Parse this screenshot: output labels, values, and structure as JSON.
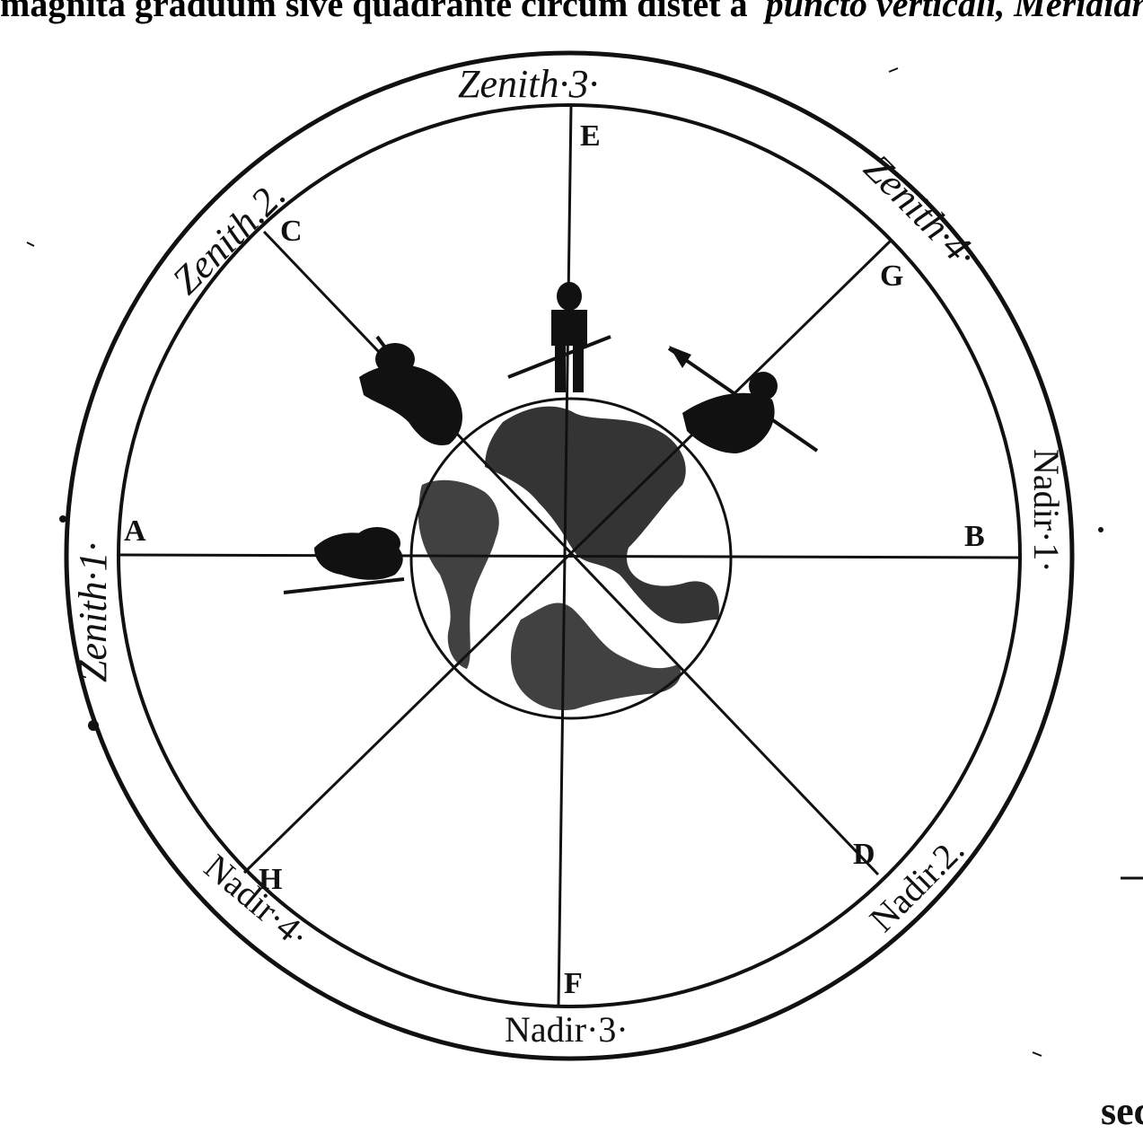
{
  "header": {
    "text_regular": "magnita graduum sive quadrante circum distet a",
    "text_italic": "puncto verticali, Meridian"
  },
  "footer": {
    "fragment": "sec"
  },
  "diagram": {
    "zenith_labels": {
      "z1": "Zenith·1·",
      "z2": "Zenith.2.",
      "z3": "Zenith·3·",
      "z4": "Zenith·4·"
    },
    "nadir_labels": {
      "n1": "Nadir·1·",
      "n2": "Nadir.2.",
      "n3": "Nadir·3·",
      "n4": "Nadir·4·"
    },
    "points": {
      "A": "A",
      "B": "B",
      "C": "C",
      "D": "D",
      "E": "E",
      "F": "F",
      "G": "G",
      "H": "H"
    },
    "colors": {
      "ink": "#111111",
      "paper": "#ffffff"
    }
  }
}
